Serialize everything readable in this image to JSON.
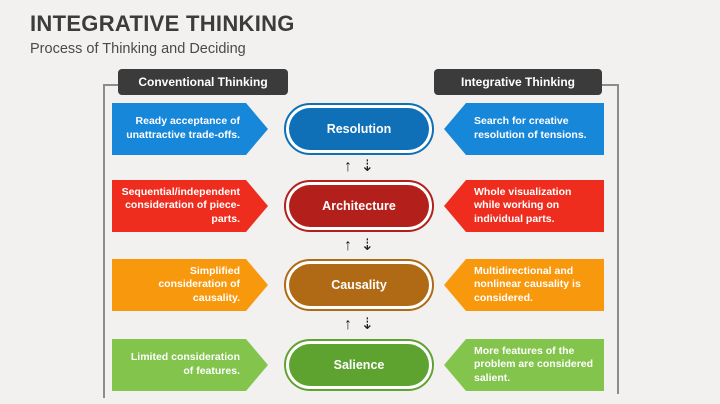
{
  "slide": {
    "title": "INTEGRATIVE THINKING",
    "subtitle": "Process of Thinking and Deciding",
    "background_color": "#f2f1ef",
    "frame_line_color": "#8c8c8c"
  },
  "headers": {
    "left": "Conventional Thinking",
    "right": "Integrative Thinking",
    "bg_color": "#3b3b3b",
    "text_color": "#ffffff"
  },
  "connector": {
    "up_arrow": "↑",
    "down_arrow": "⇣"
  },
  "rows": [
    {
      "id": "resolution",
      "left_text": "Ready acceptance of unattractive trade-offs.",
      "pill_label": "Resolution",
      "right_text": "Search for creative resolution of tensions.",
      "arrow_color": "#1787da",
      "pill_color": "#0f70b8"
    },
    {
      "id": "architecture",
      "left_text": "Sequential/independent consideration of piece-parts.",
      "pill_label": "Architecture",
      "right_text": "Whole visualization while working on individual parts.",
      "arrow_color": "#ee2d1e",
      "pill_color": "#b3201b"
    },
    {
      "id": "causality",
      "left_text": "Simplified consideration of causality.",
      "pill_label": "Causality",
      "right_text": "Multidirectional and nonlinear causality is considered.",
      "arrow_color": "#f8980d",
      "pill_color": "#b06a15"
    },
    {
      "id": "salience",
      "left_text": "Limited consideration of features.",
      "pill_label": "Salience",
      "right_text": "More features of the problem are considered salient.",
      "arrow_color": "#83c44c",
      "pill_color": "#5ea22f"
    }
  ]
}
